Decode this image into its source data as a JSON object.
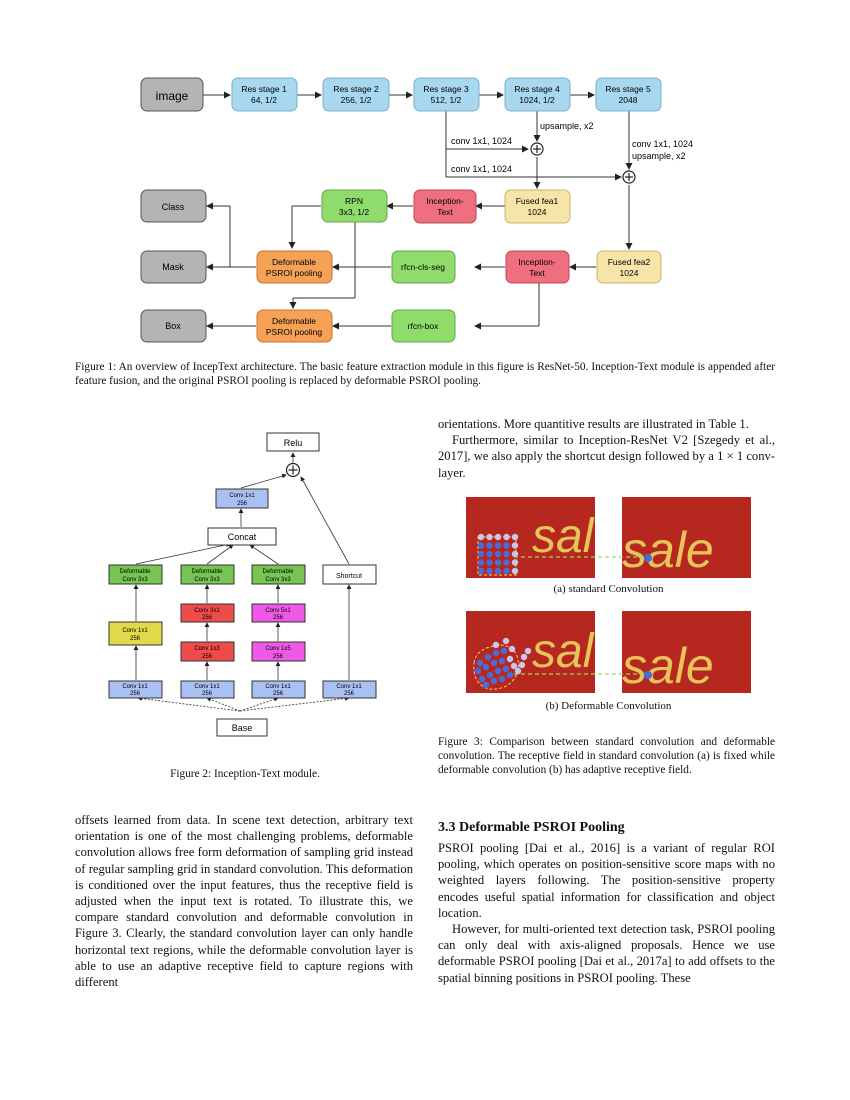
{
  "figure1": {
    "nodes": {
      "image": "image",
      "res1": [
        "Res stage 1",
        "64, 1/2"
      ],
      "res2": [
        "Res stage 2",
        "256, 1/2"
      ],
      "res3": [
        "Res stage 3",
        "512, 1/2"
      ],
      "res4": [
        "Res stage 4",
        "1024, 1/2"
      ],
      "res5": [
        "Res stage 5",
        "2048"
      ],
      "fused1": [
        "Fused fea1",
        "1024"
      ],
      "fused2": [
        "Fused fea2",
        "1024"
      ],
      "incep1": [
        "Inception-",
        "Text"
      ],
      "incep2": [
        "Inception-",
        "Text"
      ],
      "rpn": [
        "RPN",
        "3x3, 1/2"
      ],
      "dpsroi1": [
        "Deformable",
        "PSROI pooling"
      ],
      "dpsroi2": [
        "Deformable",
        "PSROI pooling"
      ],
      "rfcn_cls_seg": "rfcn-cls-seg",
      "rfcn_box": "rfcn-box",
      "class": "Class",
      "mask": "Mask",
      "box": "Box"
    },
    "edge_labels": {
      "conv_a": "conv 1x1, 1024",
      "conv_b": "conv 1x1, 1024",
      "upsample_a": "upsample, x2",
      "conv_c": "conv 1x1, 1024",
      "upsample_b": "upsample, x2"
    },
    "caption": "Figure 1: An overview of IncepText architecture. The basic feature extraction module in this figure is ResNet-50. Inception-Text module is appended after feature fusion, and the original PSROI pooling is replaced by deformable PSROI pooling."
  },
  "figure2": {
    "relu": "Relu",
    "conv_top": [
      "Conv 1x1",
      "256"
    ],
    "concat": "Concat",
    "deform": [
      "Deformable",
      "Conv 3x3"
    ],
    "shortcut": "Shortcut",
    "conv1x1": [
      "Conv 1x1",
      "256"
    ],
    "conv3x1": [
      "Conv 3x1",
      "256"
    ],
    "conv1x3": [
      "Conv 1x3",
      "256"
    ],
    "conv5x1": [
      "Conv 5x1",
      "256"
    ],
    "conv1x5": [
      "Conv 1x5",
      "256"
    ],
    "base": "Base",
    "caption": "Figure 2: Inception-Text module."
  },
  "figure3": {
    "photo_text": "sale",
    "sub_a": "(a)  standard Convolution",
    "sub_b": "(b)  Deformable Convolution",
    "caption": "Figure 3:  Comparison between standard convolution and deformable convolution.  The receptive field in standard convolution (a) is fixed while deformable convolution (b) has adaptive receptive field."
  },
  "right_top": {
    "p1": "orientations. More quantitive results are illustrated in Table 1.",
    "p2": "Furthermore, similar to Inception-ResNet V2 [Szegedy et al., 2017], we also apply the shortcut design followed by a 1 × 1 conv-layer."
  },
  "left_bottom": {
    "p1": "offsets learned from data. In scene text detection, arbitrary text orientation is one of the most challenging problems, deformable convolution allows free form deformation of sampling grid instead of regular sampling grid in standard convolution. This deformation is conditioned over the input features, thus the receptive field is adjusted when the input text is rotated. To illustrate this, we compare standard convolution and deformable convolution in Figure 3. Clearly, the standard convolution layer can only handle horizontal text regions, while the deformable convolution layer is able to use an adaptive receptive field to capture regions with different"
  },
  "section": {
    "title": "3.3   Deformable PSROI Pooling",
    "p1": "PSROI pooling [Dai et al., 2016] is a variant of regular ROI pooling, which operates on position-sensitive score maps with no weighted layers following. The position-sensitive property encodes useful spatial information for classification and object location.",
    "p2": "However, for multi-oriented text detection task, PSROI pooling can only deal with axis-aligned proposals. Hence we use deformable PSROI pooling [Dai et al., 2017a] to add offsets to the spatial binning positions in PSROI pooling. These"
  },
  "colors": {
    "gray": "#b4b4b4",
    "blue": "#a8d8f0",
    "yellow": "#f6e4a8",
    "pink": "#ef6f7e",
    "green": "#8fdc6c",
    "orange": "#f5a257",
    "photo_red": "#b6281f",
    "photo_text": "#e6c45a"
  }
}
